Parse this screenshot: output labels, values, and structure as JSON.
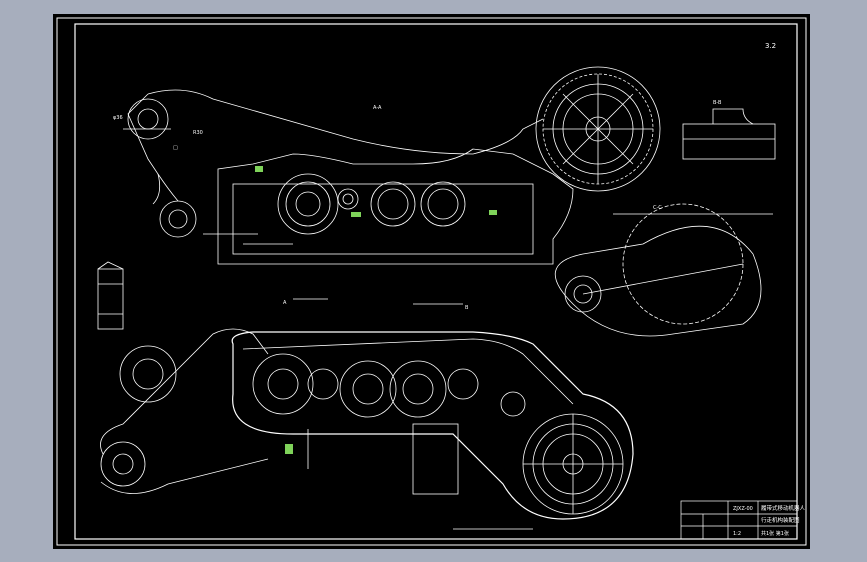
{
  "drawing": {
    "corner_mark": "3.2",
    "section_aa": "A-A",
    "view_b": "B-B",
    "view_c": "C-C",
    "dim_a": "A",
    "dim_b": "B"
  },
  "title_block": {
    "title_line1": "履带式移动机器人",
    "title_line2": "行走机构装配图",
    "drawing_no": "ZJXZ-00",
    "scale": "1:2",
    "sheet": "共1张 第1张"
  },
  "colors": {
    "background": "#a7aebd",
    "canvas": "#000000",
    "line": "#ffffff",
    "highlight": "#7fd35a"
  }
}
